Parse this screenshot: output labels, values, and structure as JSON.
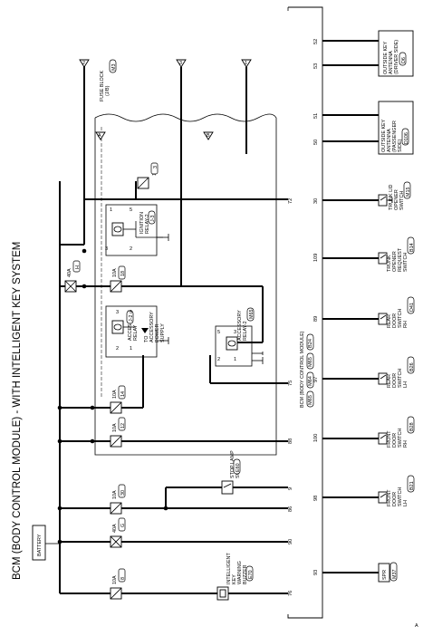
{
  "title": "BCM (BODY CONTROL MODULE) - WITH INTELLIGENT KEY SYSTEM",
  "corner_mark": "A",
  "bcm": {
    "label": "BCM (BODY CONTROL MODULE)",
    "connectors": [
      "M65",
      "M64",
      "M65",
      "B24"
    ],
    "pins": [
      "52",
      "53",
      "51",
      "50",
      "30",
      "72",
      "109",
      "89",
      "97",
      "75",
      "100",
      "88",
      "98",
      "9",
      "86",
      "90",
      "93",
      "76"
    ]
  },
  "battery": "BATTERY",
  "fuses": [
    {
      "amp": "10A",
      "num": "3"
    },
    {
      "amp": "10A",
      "num": "18"
    },
    {
      "amp": "10A",
      "num": "14"
    },
    {
      "amp": "10A",
      "num": "12"
    },
    {
      "amp": "10A",
      "num": "30"
    },
    {
      "amp": "40A",
      "num": "G"
    },
    {
      "amp": "10A",
      "num": "8"
    }
  ],
  "fusible_link": {
    "amp": "40A",
    "num": "H"
  },
  "fuse_block": {
    "line1": "FUSE BLOCK",
    "line2": "(J/B)",
    "connector": "M3"
  },
  "connector_refs": [
    "2",
    "3",
    "1",
    "A",
    "B"
  ],
  "ignition_relay": {
    "line1": "IGNITION",
    "line2": "RELAY-2",
    "connector": "J-3",
    "pins": [
      "3",
      "2",
      "1",
      "5"
    ]
  },
  "accessory_relay": {
    "line1": "ACCESSORY",
    "line2": "RELAY",
    "connector": "J-2",
    "pins": [
      "2",
      "1",
      "3",
      "5"
    ]
  },
  "accessory_power": {
    "line1": "TO",
    "line2": "ACCESSORY",
    "line3": "POWER",
    "line4": "SUPPLY"
  },
  "accessory_relay2": {
    "line1": "ACCESSORY",
    "line2": "RELAY-2",
    "connector": "M65",
    "pins": [
      "2",
      "1",
      "5",
      "3"
    ]
  },
  "stop_lamp": {
    "line1": "STOP LAMP",
    "line2": "SWITCH",
    "connector": "E60"
  },
  "buzzer": {
    "line1": "INTELLIGENT",
    "line2": "KEY",
    "line3": "WARNING",
    "line4": "BUZZER",
    "connector": "E70"
  },
  "components": [
    {
      "line1": "OUTSIDE KEY",
      "line2": "ANTENNA",
      "line3": "(DRIVER SIDE)",
      "connector": "D6"
    },
    {
      "line1": "OUTSIDE KEY",
      "line2": "ANTENNA",
      "line3": "(PASSENGER",
      "line4": "SIDE)",
      "connector": "D106"
    },
    {
      "line1": "TRUNK LID",
      "line2": "OPENER",
      "line3": "SWITCH",
      "connector": "M15"
    },
    {
      "line1": "TRUNK",
      "line2": "OPENER",
      "line3": "REQUEST",
      "line4": "SWITCH",
      "connector": "B14"
    },
    {
      "line1": "REAR",
      "line2": "DOOR",
      "line3": "SWITCH",
      "line4": "RH",
      "connector": "D41"
    },
    {
      "line1": "REAR",
      "line2": "DOOR",
      "line3": "SWITCH",
      "line4": "LH",
      "connector": "B26"
    },
    {
      "line1": "FRONT",
      "line2": "DOOR",
      "line3": "SWITCH",
      "line4": "RH",
      "connector": "B28"
    },
    {
      "line1": "FRONT",
      "line2": "DOOR",
      "line3": "SWITCH",
      "line4": "LH",
      "connector": "B21"
    },
    {
      "label": "SPR",
      "connector": "M37"
    }
  ]
}
